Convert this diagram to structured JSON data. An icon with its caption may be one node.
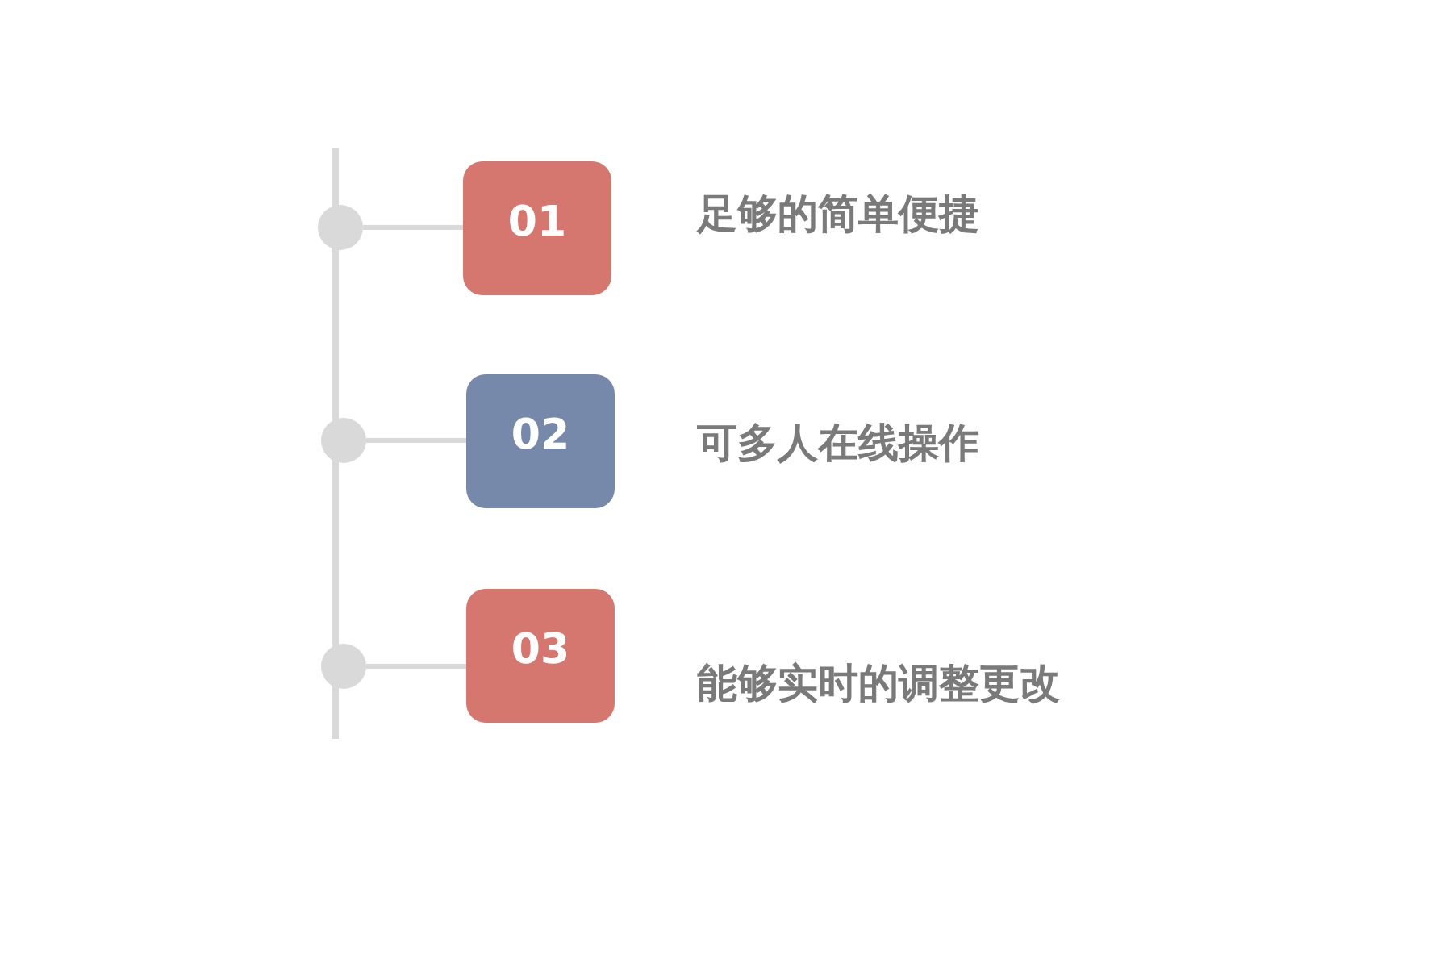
{
  "diagram": {
    "nodes": [
      {
        "text": [],
        "shape": "circle"
      },
      {
        "text": [
          "01"
        ],
        "beside": [
          "足够的简单便捷"
        ]
      },
      {
        "text": [],
        "shape": "circle"
      },
      {
        "text": [
          "02"
        ],
        "beside": [
          "可多人在线操作"
        ]
      },
      {
        "text": [],
        "shape": "circle"
      },
      {
        "text": [
          "03"
        ],
        "beside": [
          "能够实时的调整更改"
        ]
      }
    ],
    "edges": [
      {
        "from": 0,
        "to": 1,
        "arrow": "none"
      },
      {
        "from": 2,
        "to": 3,
        "arrow": "none"
      },
      {
        "from": 4,
        "to": 5,
        "arrow": "none"
      }
    ]
  }
}
